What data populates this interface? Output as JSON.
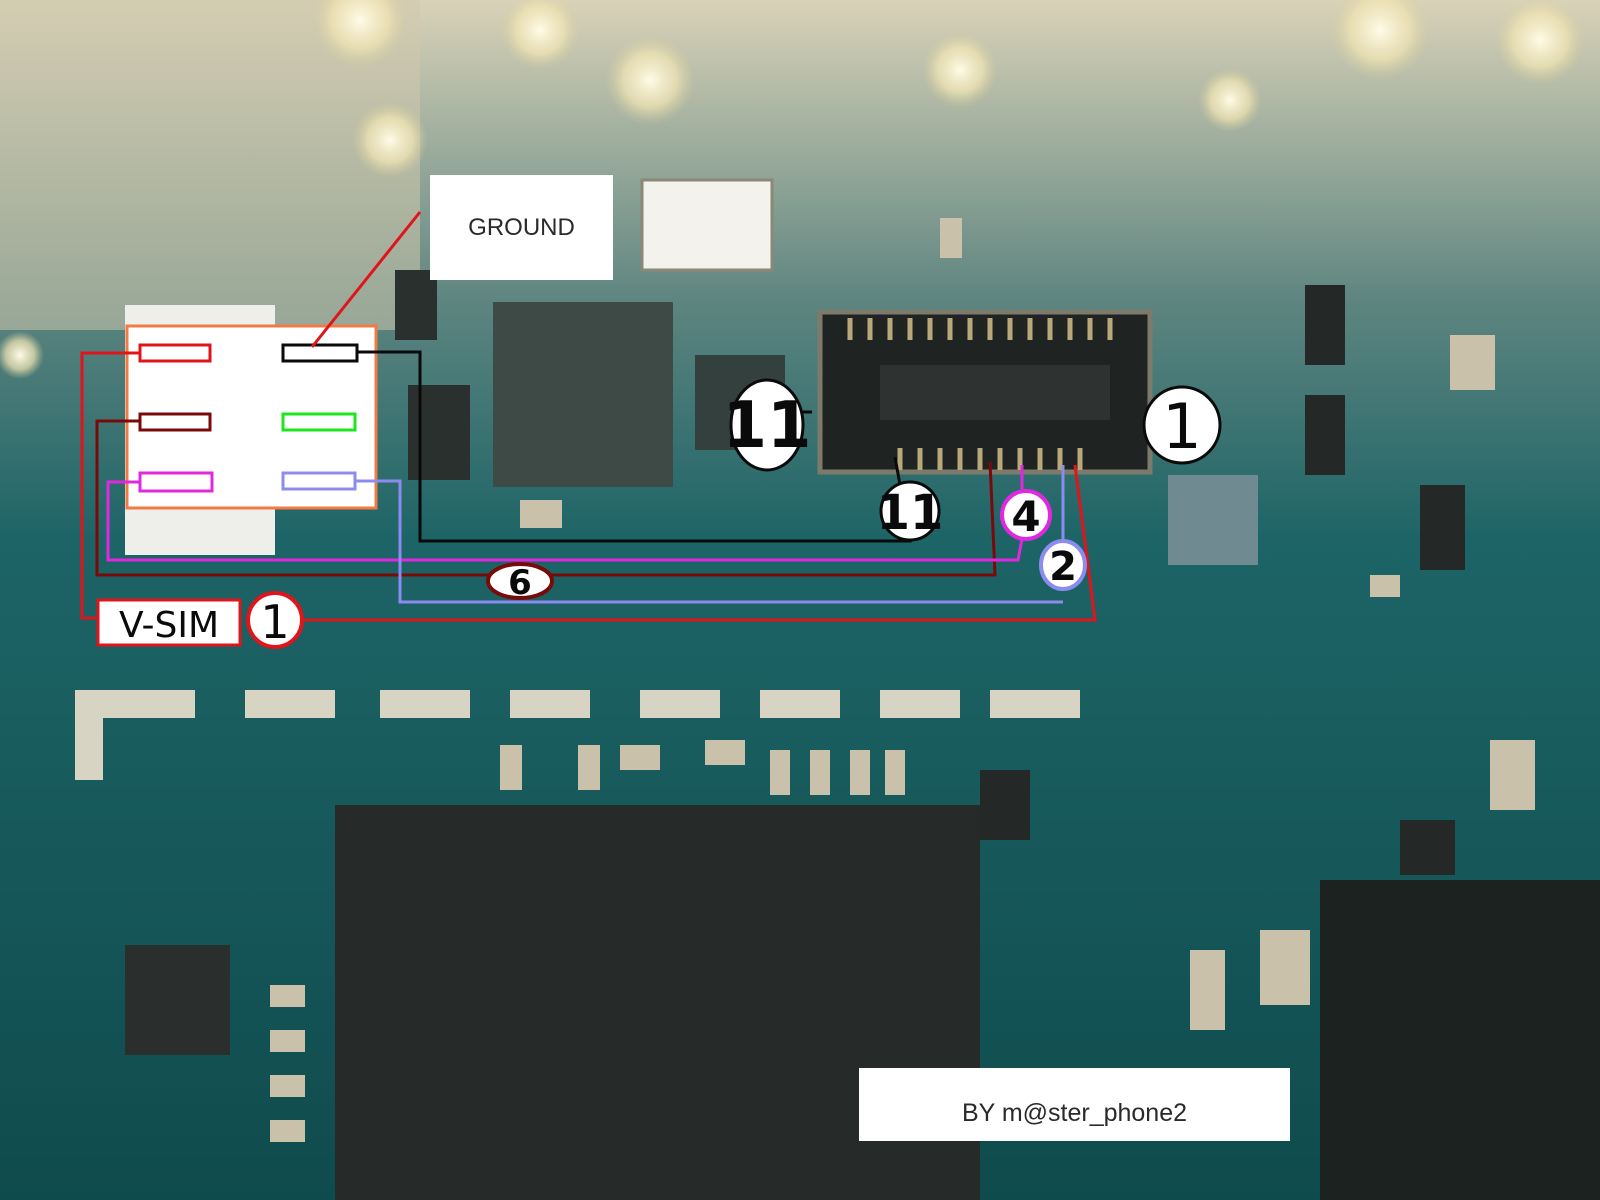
{
  "labels": {
    "ground": "GROUND",
    "credit": "BY m@ster_phone2",
    "vsim": "V-SIM"
  },
  "pin_markers": {
    "connector_left": "11",
    "connector_bottom": "11",
    "connector_right": "1",
    "pin_4": "4",
    "pin_2": "2",
    "pin_6": "6",
    "vsim_pin": "1"
  },
  "colors": {
    "pcb": "#155c5e",
    "wire_red": "#e0141b",
    "wire_darkred": "#7a0a0a",
    "wire_magenta": "#e028e0",
    "wire_lavender": "#8c8cf0",
    "wire_black": "#0a0a0a",
    "wire_green": "#1ee61e",
    "sim_frame": "#f27a45"
  }
}
